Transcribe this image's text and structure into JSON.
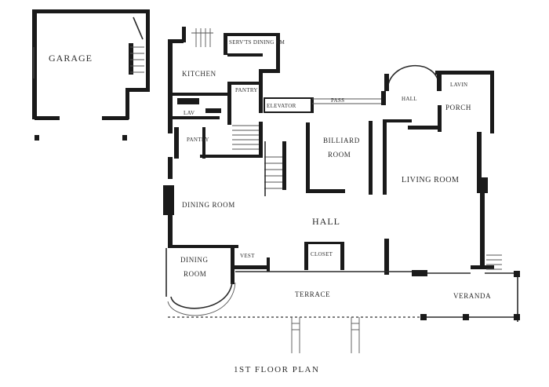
{
  "plan": {
    "title": "1st Floor Plan",
    "rooms": {
      "garage": "Garage",
      "kitchen": "Kitchen",
      "servants_dining": "Serv'ts Dining Rm",
      "pantry_upper": "Pantry",
      "pantry_lower": "Pantry",
      "cloak": "Lav",
      "elevator": "Elevator",
      "passage": "Pass",
      "billiard_1": "Billiard",
      "billiard_2": "Room",
      "hall_upper": "Hall",
      "porch_1": "Lavin",
      "porch_2": "Porch",
      "living_room": "Living Room",
      "hall_main": "Hall",
      "dining_room_upper": "Dining Room",
      "dining_room_1": "Dining",
      "dining_room_2": "Room",
      "closet": "Closet",
      "vest": "Vest",
      "terrace": "Terrace",
      "veranda": "Veranda"
    }
  }
}
